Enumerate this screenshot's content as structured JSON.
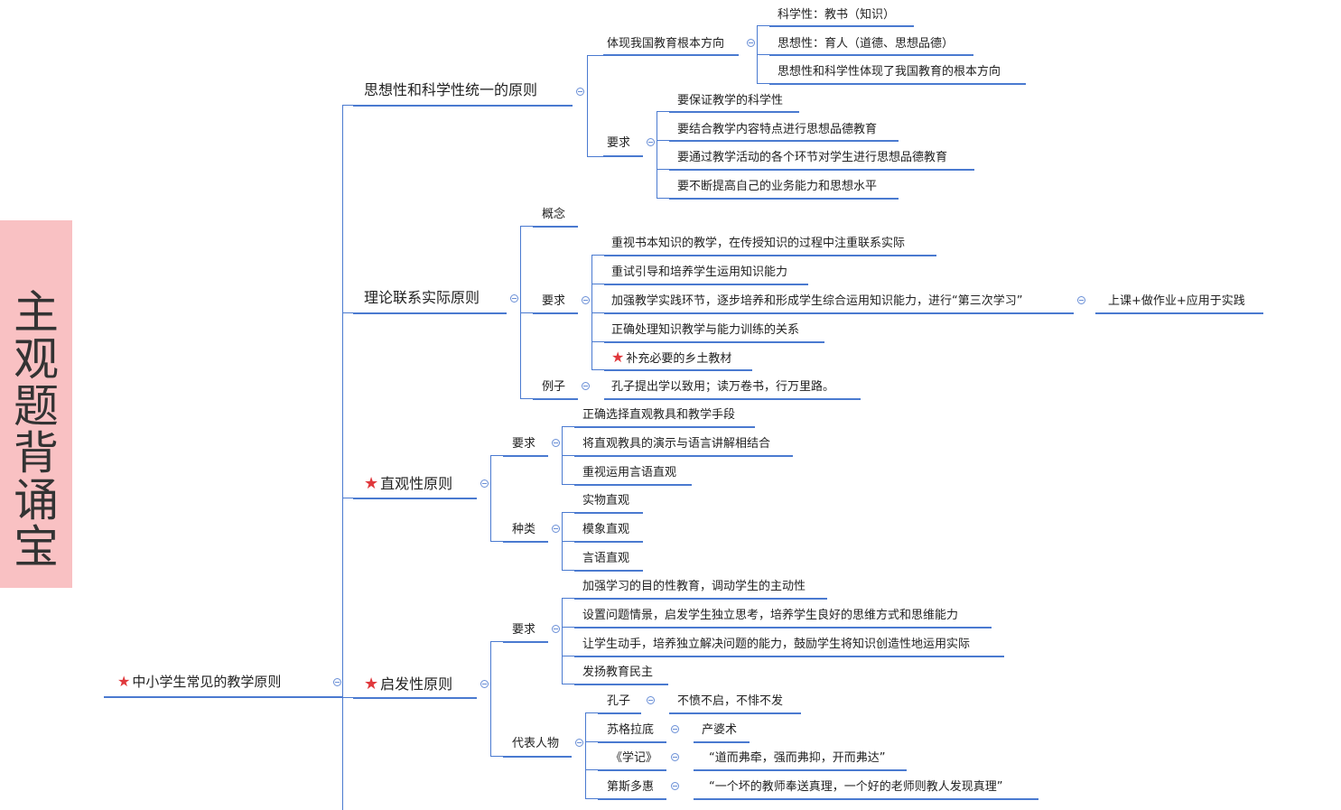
{
  "sidebar": {
    "title": [
      "主",
      "观",
      "题",
      "背",
      "诵",
      "宝"
    ]
  },
  "colors": {
    "line": "#4a7ad0",
    "star": "#e0383c",
    "banner": "#f9c1c3"
  },
  "root": {
    "label": "中小学生常见的教学原则",
    "starred": true
  },
  "p1": {
    "label": "思想性和科学性统一的原则",
    "a": {
      "label": "体现我国教育根本方向",
      "items": [
        "科学性：教书（知识）",
        "思想性：育人（道德、思想品德）",
        "思想性和科学性体现了我国教育的根本方向"
      ]
    },
    "b": {
      "label": "要求",
      "items": [
        "要保证教学的科学性",
        "要结合教学内容特点进行思想品德教育",
        "要通过教学活动的各个环节对学生进行思想品德教育",
        "要不断提高自己的业务能力和思想水平"
      ]
    }
  },
  "p2": {
    "label": "理论联系实际原则",
    "concept": "概念",
    "req": {
      "label": "要求",
      "items": [
        "重视书本知识的教学，在传授知识的过程中注重联系实际",
        "重试引导和培养学生运用知识能力",
        "加强教学实践环节，逐步培养和形成学生综合运用知识能力，进行“第三次学习”",
        "正确处理知识教学与能力训练的关系",
        "补充必要的乡土教材"
      ],
      "third_detail": "上课+做作业+应用于实践"
    },
    "example": {
      "label": "例子",
      "text": "孔子提出学以致用；读万卷书，行万里路。"
    }
  },
  "p3": {
    "label": "直观性原则",
    "req": {
      "label": "要求",
      "items": [
        "正确选择直观教具和教学手段",
        "将直观教具的演示与语言讲解相结合",
        "重视运用言语直观"
      ]
    },
    "kinds": {
      "label": "种类",
      "items": [
        "实物直观",
        "模象直观",
        "言语直观"
      ]
    }
  },
  "p4": {
    "label": "启发性原则",
    "req": {
      "label": "要求",
      "items": [
        "加强学习的目的性教育，调动学生的主动性",
        "设置问题情景，启发学生独立思考，培养学生良好的思维方式和思维能力",
        "让学生动手，培养独立解决问题的能力，鼓励学生将知识创造性地运用实际",
        "发扬教育民主"
      ]
    },
    "people": {
      "label": "代表人物",
      "items": [
        {
          "name": "孔子",
          "quote": "不愤不启，不悱不发"
        },
        {
          "name": "苏格拉底",
          "quote": "产婆术"
        },
        {
          "name": "《学记》",
          "quote": "“道而弗牵，强而弗抑，开而弗达”"
        },
        {
          "name": "第斯多惠",
          "quote": "“一个坏的教师奉送真理，一个好的老师则教人发现真理”"
        }
      ]
    }
  }
}
